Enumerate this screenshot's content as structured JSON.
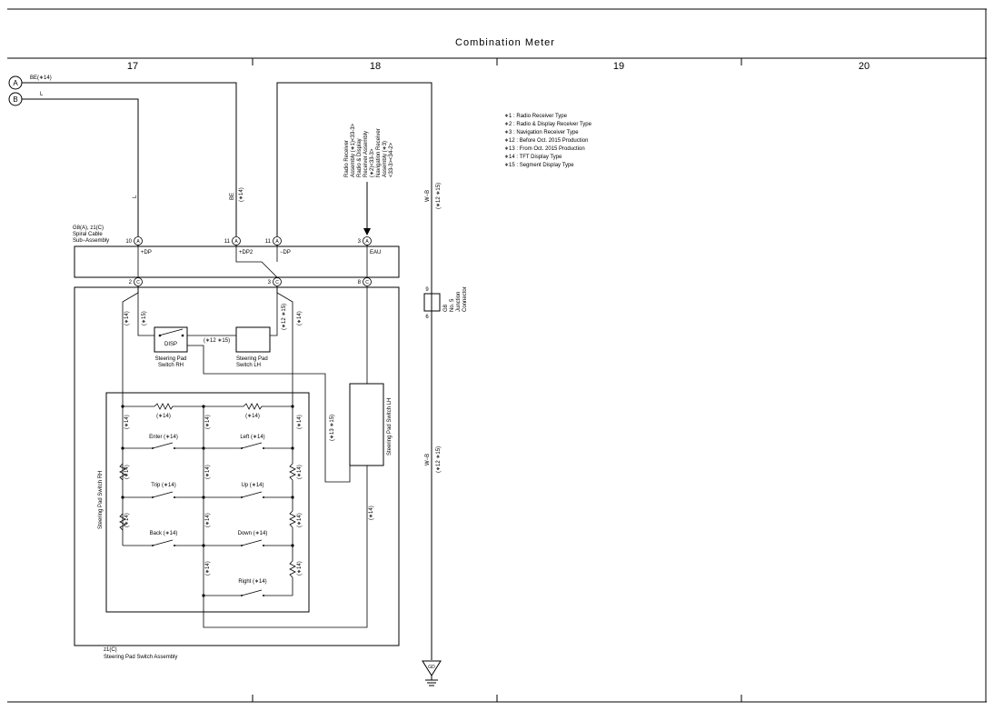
{
  "title": "Combination Meter",
  "columns": [
    "17",
    "18",
    "19",
    "20"
  ],
  "connectors": {
    "a_label": "A",
    "b_label": "B",
    "a_wire": "BE(∗14)",
    "b_wire": "L",
    "c_label": "C",
    "gd_label": "GD"
  },
  "wires": {
    "l_vert": "L",
    "be_vert": "BE",
    "be_note": "(∗14)",
    "wb_top": "W−B",
    "wb_top_note": "(∗12 ∗15)",
    "wb_bottom": "W−B",
    "wb_bottom_note": "(∗12 ∗15)"
  },
  "radio_label": [
    "Radio Receiver",
    "Assembly (∗1)<33-3>",
    "Radio & Display",
    "Receiver Assembly",
    "(∗2)<33-3>",
    "Navigation Receiver",
    "Assembly (∗3)",
    "<33-3><34-2>"
  ],
  "spiral": {
    "name": [
      "G8(A), z1(C)",
      "Spiral Cable",
      "Sub−Assembly"
    ],
    "pins_top": [
      "10",
      "11",
      "11",
      "3"
    ],
    "pins_bottom": [
      "2",
      "3",
      "8"
    ],
    "signals": [
      "+DP",
      "+DP2",
      "−DP",
      "EAU"
    ]
  },
  "junction": {
    "pin_top": "9",
    "pin_bottom": "6",
    "name": [
      "G8",
      "No. 5",
      "Junction",
      "Connector"
    ]
  },
  "legend": [
    "∗1 : Radio Receiver Type",
    "∗2 : Radio & Display Receiver Type",
    "∗3 : Navigation Receiver Type",
    "∗12 : Before Oct. 2015 Production",
    "∗13 : From Oct. 2015 Production",
    "∗14 : TFT Display Type",
    "∗15 : Segment Display Type"
  ],
  "switches": {
    "disp": "DISP",
    "rh_label": [
      "Steering Pad",
      "Switch RH"
    ],
    "lh_label": [
      "Steering Pad",
      "Switch LH"
    ],
    "lh_side": "Steering Pad Switch LH",
    "rh_side": "Steering Pad Switch RH",
    "mid_note": "(∗12 ∗15)",
    "enter": "Enter (∗14)",
    "left": "Left (∗14)",
    "trip": "Trip (∗14)",
    "up": "Up (∗14)",
    "back": "Back (∗14)",
    "down": "Down (∗14)",
    "right": "Right (∗14)",
    "n14": "(∗14)",
    "n15": "(∗15)",
    "n12_15": "(∗12 ∗15)",
    "n13_15": "(∗13 ∗15)"
  },
  "assembly": [
    "z1(C)",
    "Steering Pad Switch Assembly"
  ]
}
